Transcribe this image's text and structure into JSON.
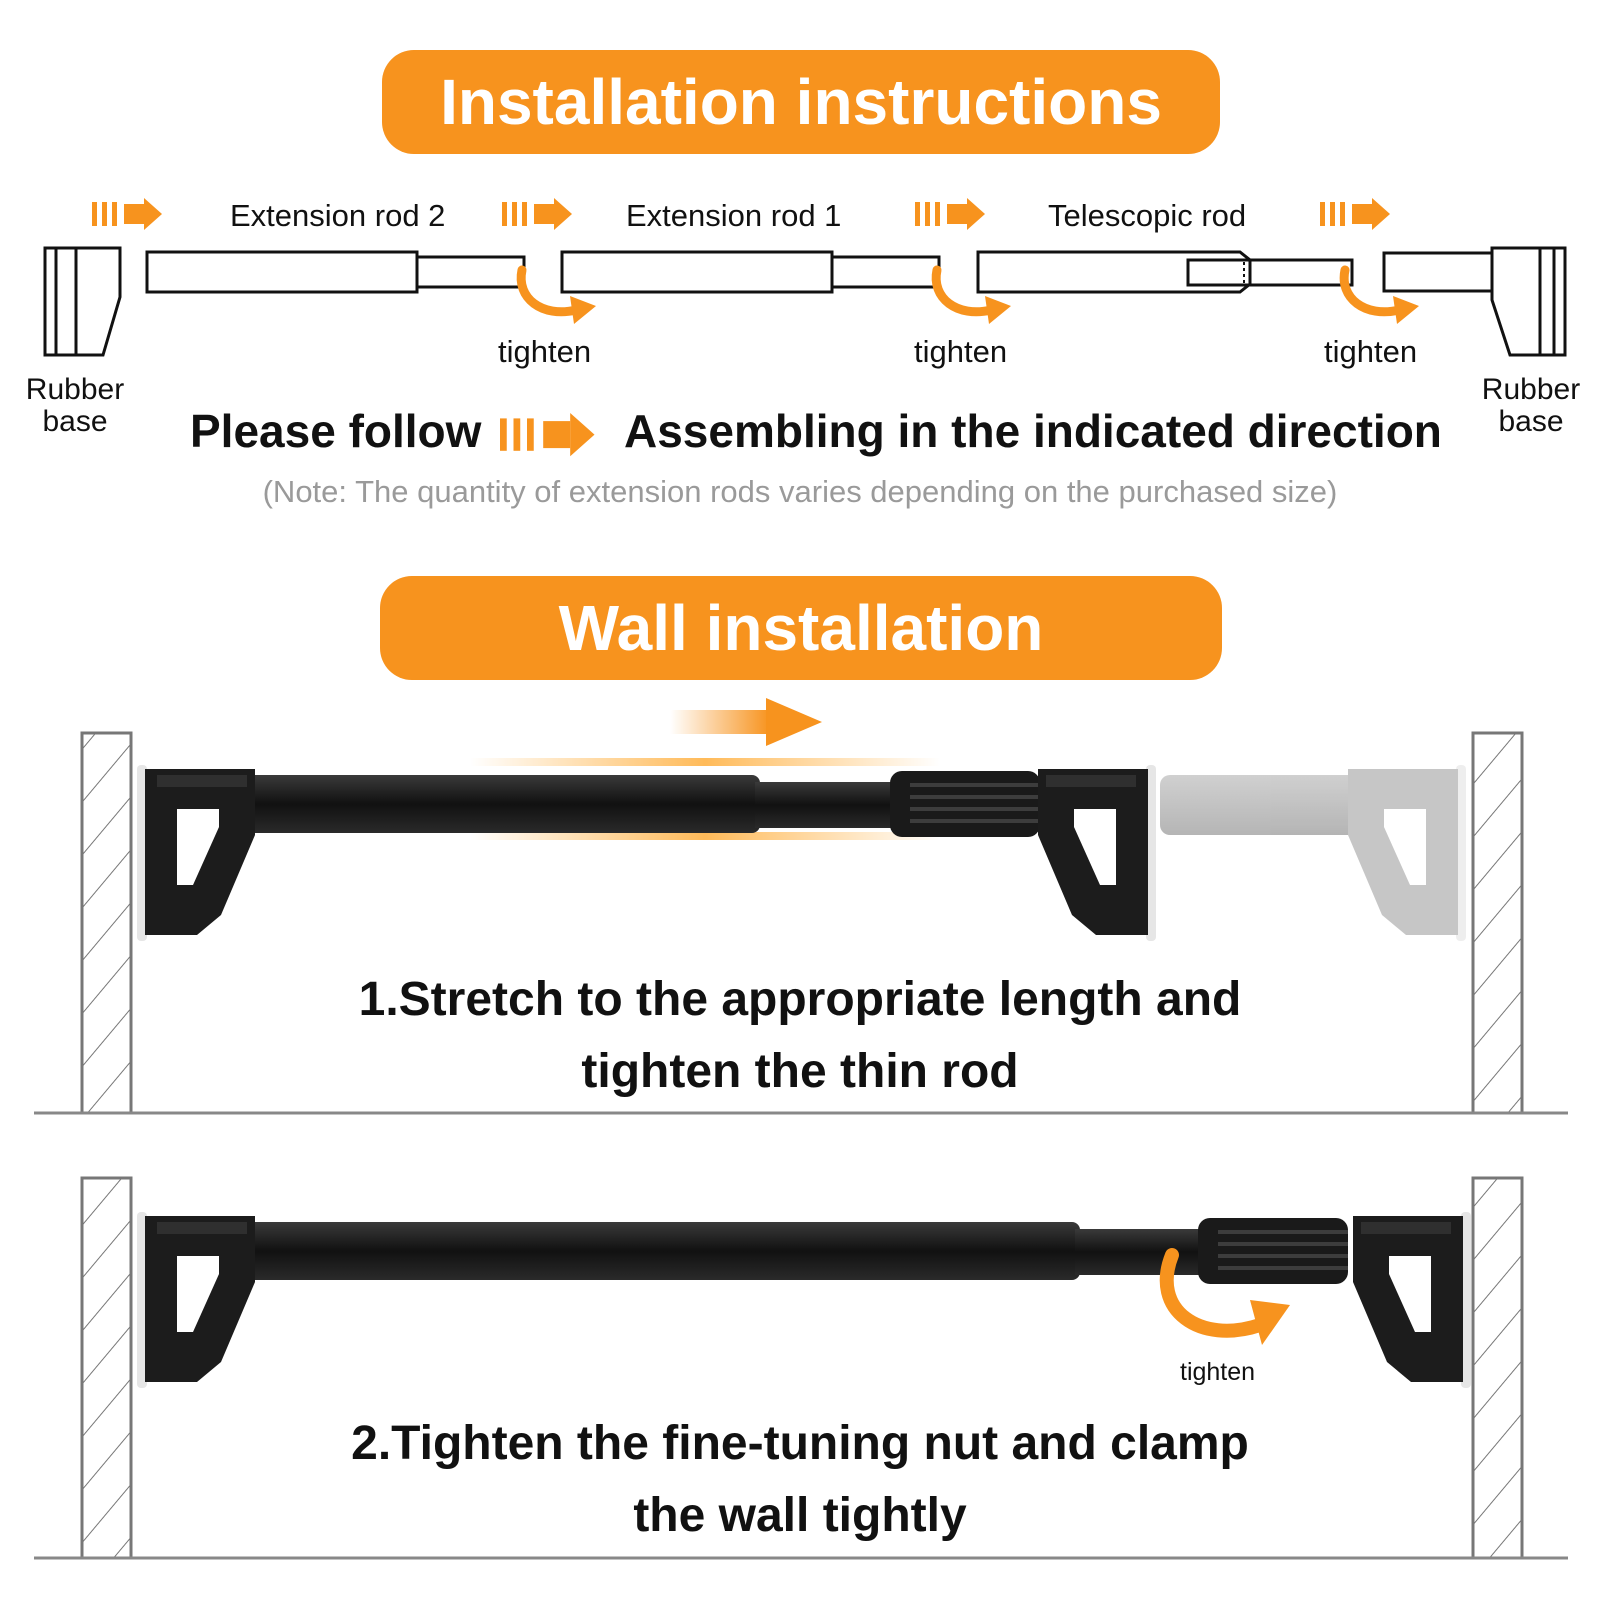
{
  "header": {
    "title": "Installation instructions"
  },
  "assembly": {
    "parts": [
      "Extension rod 2",
      "Extension rod 1",
      "Telescopic rod"
    ],
    "tighten_labels": [
      "tighten",
      "tighten",
      "tighten"
    ],
    "rubber_left": {
      "line1": "Rubber",
      "line2": "base"
    },
    "rubber_right": {
      "line1": "Rubber",
      "line2": "base"
    },
    "follow_left": "Please follow",
    "follow_right": "Assembling in the indicated direction",
    "note": "(Note: The quantity of extension rods varies depending on the purchased size)"
  },
  "wall": {
    "title": "Wall installation",
    "step1": {
      "line1": "1.Stretch to the appropriate length and",
      "line2": "tighten the thin rod"
    },
    "step2": {
      "line1": "2.Tighten the fine-tuning nut and clamp",
      "line2": "the wall tightly",
      "tighten_label": "tighten"
    }
  },
  "colors": {
    "accent": "#f7931e",
    "rod": "#1a1a1a",
    "note": "#9a9a9a"
  }
}
